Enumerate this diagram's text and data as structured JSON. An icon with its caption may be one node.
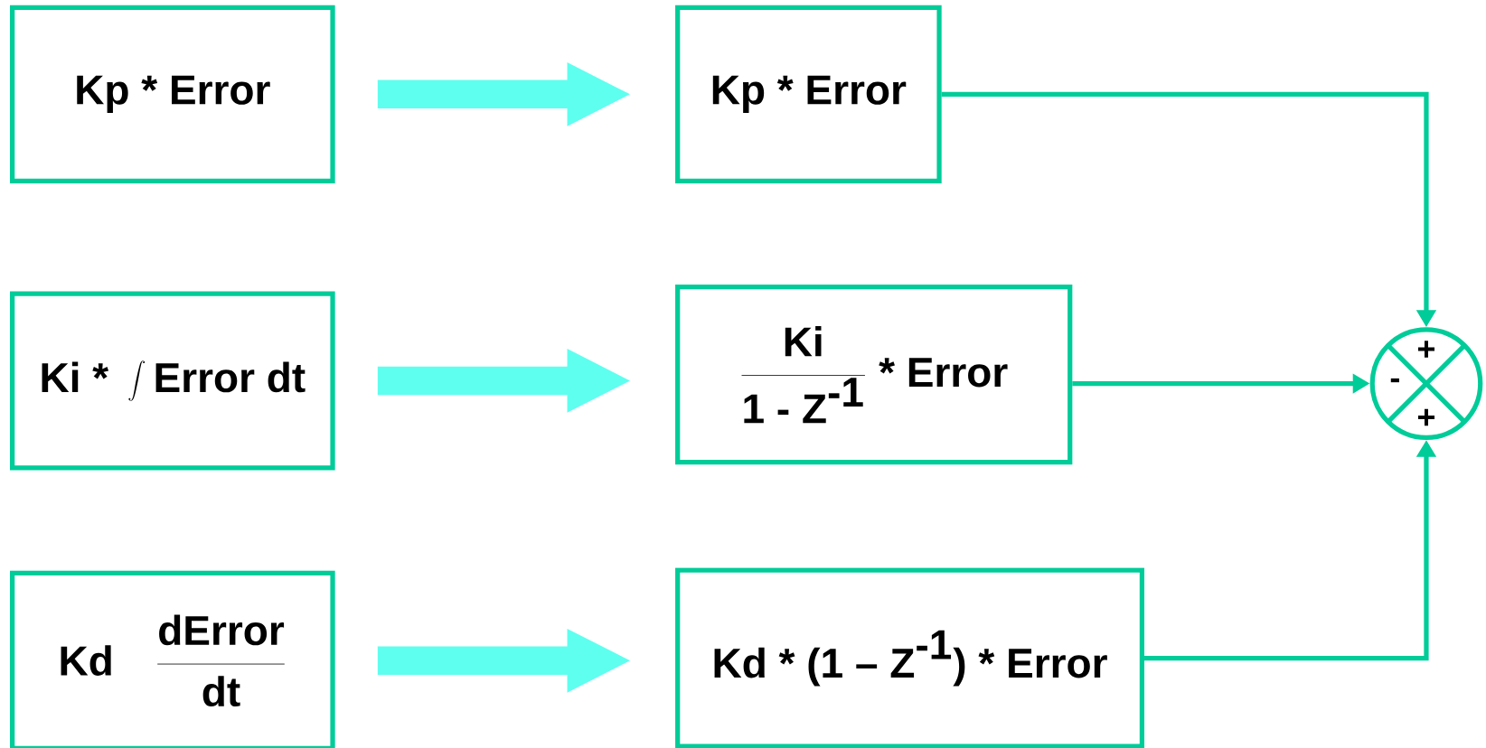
{
  "diagram": {
    "nodes": [
      {
        "text": [
          "Kp * Error"
        ]
      },
      {
        "text": [
          "Kp * Error"
        ]
      },
      {
        "text": [
          "\\textbf{Ki * }\\int\\textbf{Error dt}"
        ]
      },
      {
        "text": [
          "\\frac{\\textbf{Ki}}{\\textbf{1 - Z}^{\\textbf{-1}}}\\textbf{ * Error}"
        ]
      },
      {
        "text": [
          "\\textbf{Kd}\\quad\\frac{\\textbf{dError}}{\\textbf{dt}}"
        ]
      },
      {
        "text": [
          "\\textbf{Kd * (1 – Z}^{\\textbf{-1}}\\textbf{) * Error}"
        ]
      },
      {
        "text": [
          "+",
          "-",
          "+"
        ]
      }
    ],
    "edges": [
      {
        "from": 0,
        "to": 1,
        "arrow": "to",
        "style": "thick",
        "color": "#5effef"
      },
      {
        "from": 2,
        "to": 3,
        "arrow": "to",
        "style": "thick",
        "color": "#5effef"
      },
      {
        "from": 4,
        "to": 5,
        "arrow": "to",
        "style": "thick",
        "color": "#5effef"
      },
      {
        "from": 1,
        "to": 6,
        "arrow": "to",
        "color": "#00cc99"
      },
      {
        "from": 3,
        "to": 6,
        "arrow": "to",
        "color": "#00cc99"
      },
      {
        "from": 5,
        "to": 6,
        "arrow": "to",
        "color": "#00cc99"
      }
    ]
  }
}
